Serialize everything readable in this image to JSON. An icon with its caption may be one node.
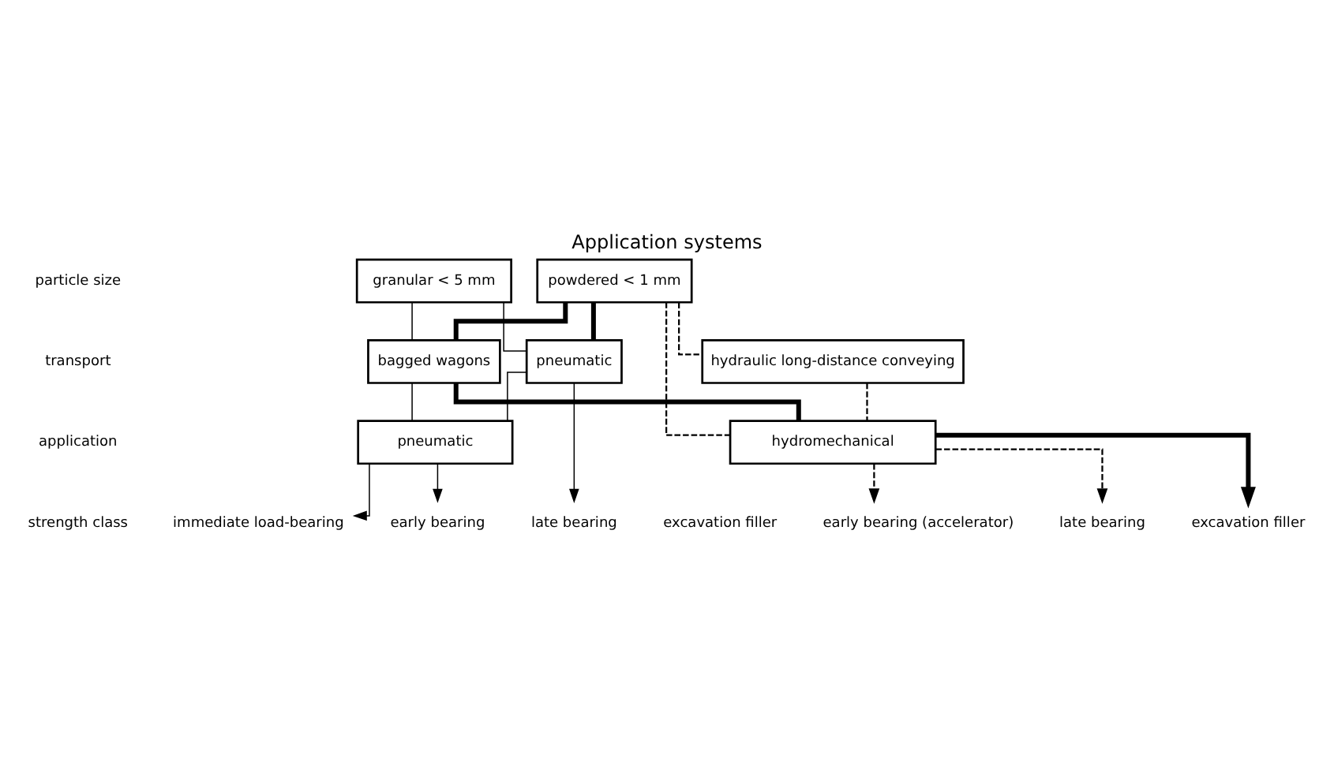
{
  "diagram": {
    "title": "Application systems",
    "nodes": [
      {
        "text": [
          "granular < 5 mm"
        ]
      },
      {
        "text": [
          "powdered < 1 mm"
        ]
      },
      {
        "text": [
          "bagged wagons"
        ]
      },
      {
        "text": [
          "pneumatic"
        ]
      },
      {
        "text": [
          "hydraulic long-distance conveying"
        ]
      },
      {
        "text": [
          "pneumatic"
        ]
      },
      {
        "text": [
          "hydromechanical"
        ]
      },
      {
        "text": [
          "immediate load-bearing"
        ]
      },
      {
        "text": [
          "early bearing"
        ]
      },
      {
        "text": [
          "late bearing"
        ]
      },
      {
        "text": [
          "excavation filler"
        ]
      },
      {
        "text": [
          "early bearing (accelerator)"
        ]
      },
      {
        "text": [
          "late bearing"
        ]
      },
      {
        "text": [
          "excavation filler"
        ]
      }
    ],
    "edges": [
      {
        "from": 0,
        "to": 2,
        "arrow": "none"
      },
      {
        "from": 0,
        "to": 3,
        "arrow": "none"
      },
      {
        "from": 1,
        "to": 2,
        "arrow": "none",
        "style": "thick"
      },
      {
        "from": 1,
        "to": 3,
        "arrow": "none",
        "style": "thick"
      },
      {
        "from": 1,
        "to": 4,
        "arrow": "none",
        "style": "dashed"
      },
      {
        "from": 1,
        "to": 6,
        "arrow": "none",
        "style": "dashed"
      },
      {
        "from": 4,
        "to": 6,
        "arrow": "none",
        "style": "dashed"
      },
      {
        "from": 2,
        "to": 5,
        "arrow": "none"
      },
      {
        "from": 2,
        "to": 6,
        "arrow": "none",
        "style": "thick"
      },
      {
        "from": 3,
        "to": 5,
        "arrow": "none"
      },
      {
        "from": 3,
        "to": 9,
        "arrow": "to"
      },
      {
        "from": 5,
        "to": 7,
        "arrow": "to"
      },
      {
        "from": 5,
        "to": 8,
        "arrow": "to"
      },
      {
        "from": 6,
        "to": 11,
        "arrow": "to",
        "style": "dashed"
      },
      {
        "from": 6,
        "to": 12,
        "arrow": "to",
        "style": "dashed"
      },
      {
        "from": 6,
        "to": 13,
        "arrow": "to",
        "style": "thick"
      }
    ],
    "labels": [
      "particle size",
      "transport",
      "application",
      "strength class"
    ]
  }
}
